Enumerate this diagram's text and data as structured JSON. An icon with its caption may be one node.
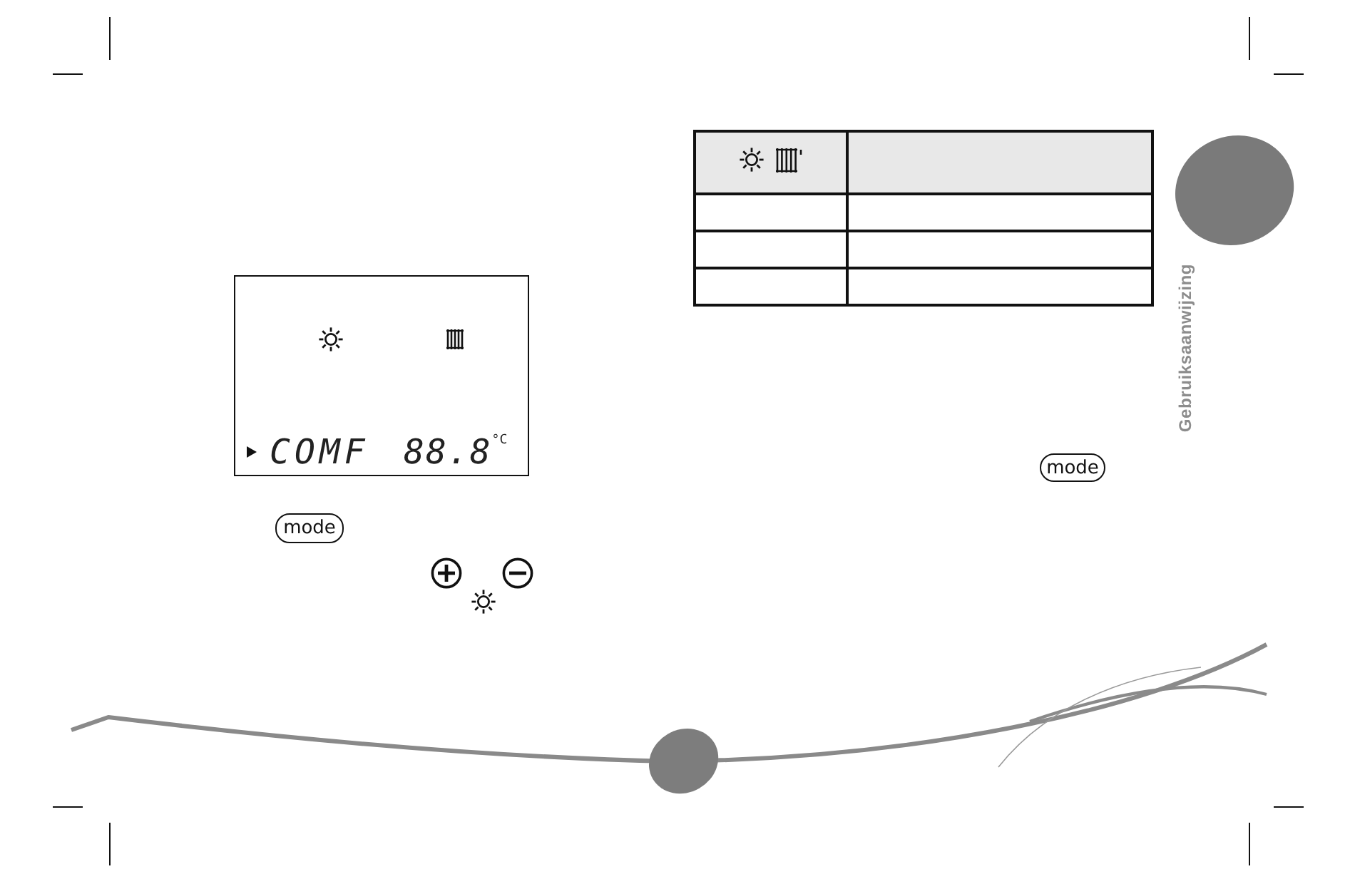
{
  "diagram": {
    "nodes": [
      {
        "text": [
          "COMF",
          "88.8$^{°C}$"
        ]
      },
      {
        "text": [
          "mode"
        ]
      },
      {
        "text": [
          "mode"
        ]
      },
      {
        "text": [],
        "shape": "circle"
      },
      {
        "text": [],
        "shape": "circle"
      }
    ],
    "labels": [
      "Gebruiksaanwijzing"
    ]
  }
}
